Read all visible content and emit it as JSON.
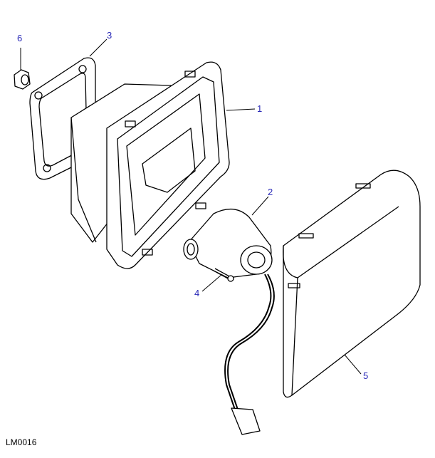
{
  "diagram_code": "LM0016",
  "label_color": "#2a2ab8",
  "callouts": [
    {
      "id": "1",
      "part": "housing"
    },
    {
      "id": "2",
      "part": "blower-motor"
    },
    {
      "id": "3",
      "part": "gasket"
    },
    {
      "id": "4",
      "part": "screw"
    },
    {
      "id": "5",
      "part": "cover"
    },
    {
      "id": "6",
      "part": "nut"
    }
  ]
}
